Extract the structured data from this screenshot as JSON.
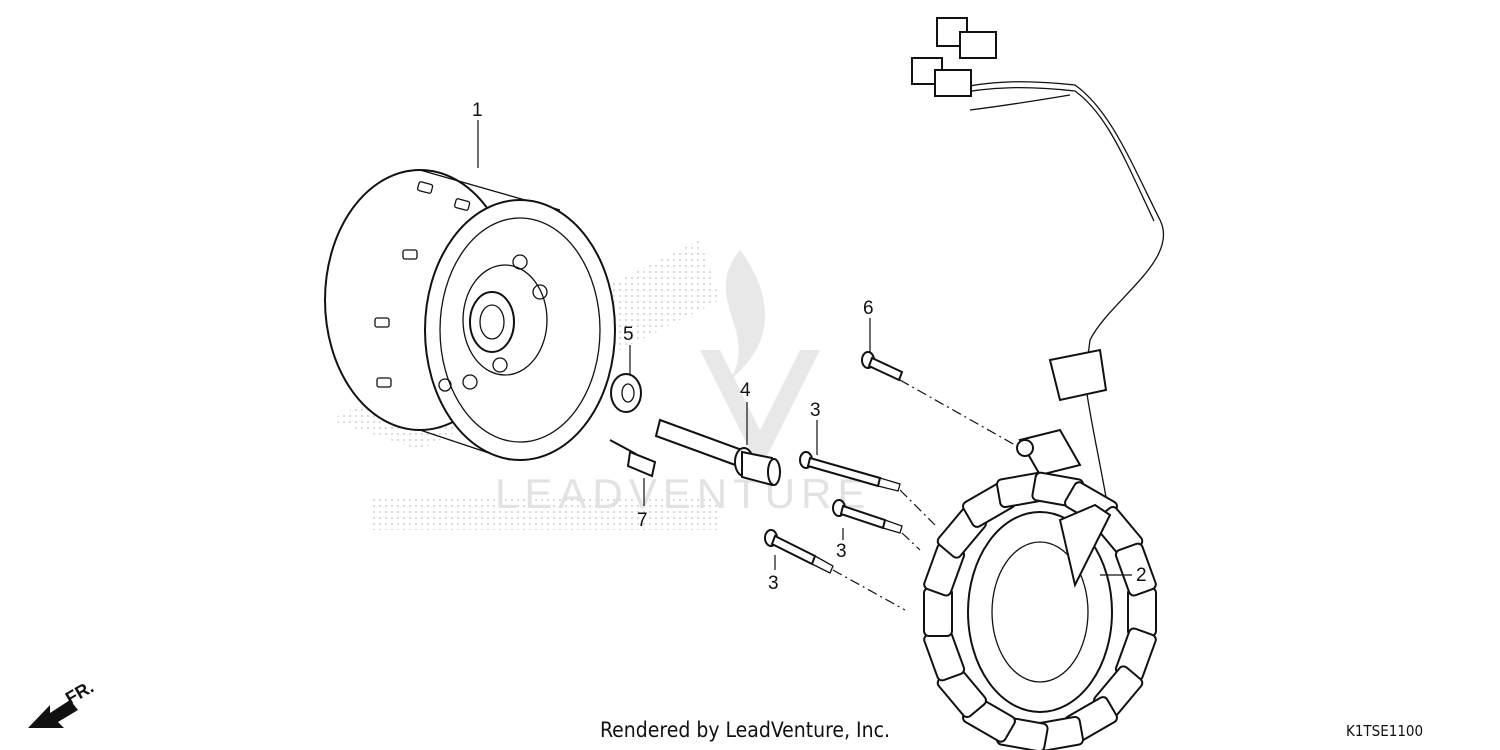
{
  "diagram": {
    "callouts": [
      {
        "id": "1",
        "label": "1"
      },
      {
        "id": "2",
        "label": "2"
      },
      {
        "id": "3a",
        "label": "3"
      },
      {
        "id": "3b",
        "label": "3"
      },
      {
        "id": "3c",
        "label": "3"
      },
      {
        "id": "4",
        "label": "4"
      },
      {
        "id": "5",
        "label": "5"
      },
      {
        "id": "6",
        "label": "6"
      },
      {
        "id": "7",
        "label": "7"
      }
    ],
    "front_indicator": "FR.",
    "watermark_text": "LEADVENTURE",
    "rendered_by": "Rendered by LeadVenture, Inc.",
    "diagram_code": "K1TSE1100"
  }
}
